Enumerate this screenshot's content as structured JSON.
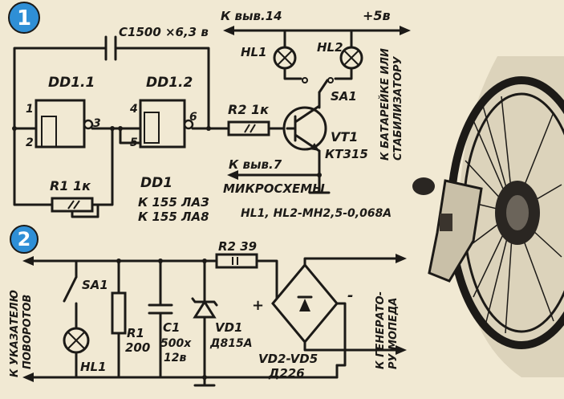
{
  "figure1": {
    "number": "1",
    "cap": "C1500 ×6,3 в",
    "gate1": "DD1.1",
    "gate2": "DD1.2",
    "pin1": "1",
    "pin2": "2",
    "pin3": "3",
    "pin4": "4",
    "pin5": "5",
    "pin6": "6",
    "r1": "R1 1к",
    "r2": "R2 1к",
    "chip_title": "DD1",
    "chip_line1": "К 155 ЛАЗ",
    "chip_line2": "К 155 ЛА8",
    "to_pin14": "К выв.14",
    "plus5v": "+5в",
    "hl1": "HL1",
    "hl2": "HL2",
    "sa1": "SA1",
    "vt1": "VT1",
    "vt1_type": "КТ315",
    "to_pin7_a": "К выв.7",
    "to_pin7_b": "МИКРОСХЕМЫ",
    "side_a": "К БАТАРЕЙКЕ ИЛИ",
    "side_b": "СТАБИЛИЗАТОРУ",
    "lamps": "HL1, HL2-МН2,5-0,068А"
  },
  "figure2": {
    "number": "2",
    "r2": "R2 39",
    "sa1": "SA1",
    "hl1": "HL1",
    "r1": "R1",
    "r1_val": "200",
    "c1": "C1",
    "c1_val_a": "500х",
    "c1_val_b": "12в",
    "vd1": "VD1",
    "vd1_type": "Д815А",
    "plus": "+",
    "minus": "-",
    "bridge": "VD2-VD5",
    "bridge_type": "Д226",
    "left_a": "К УКАЗАТЕЛЮ",
    "left_b": "ПОВОРОТОВ",
    "right_a": "К ГЕНЕРАТО-",
    "right_b": "РУ МОПЕДА"
  }
}
